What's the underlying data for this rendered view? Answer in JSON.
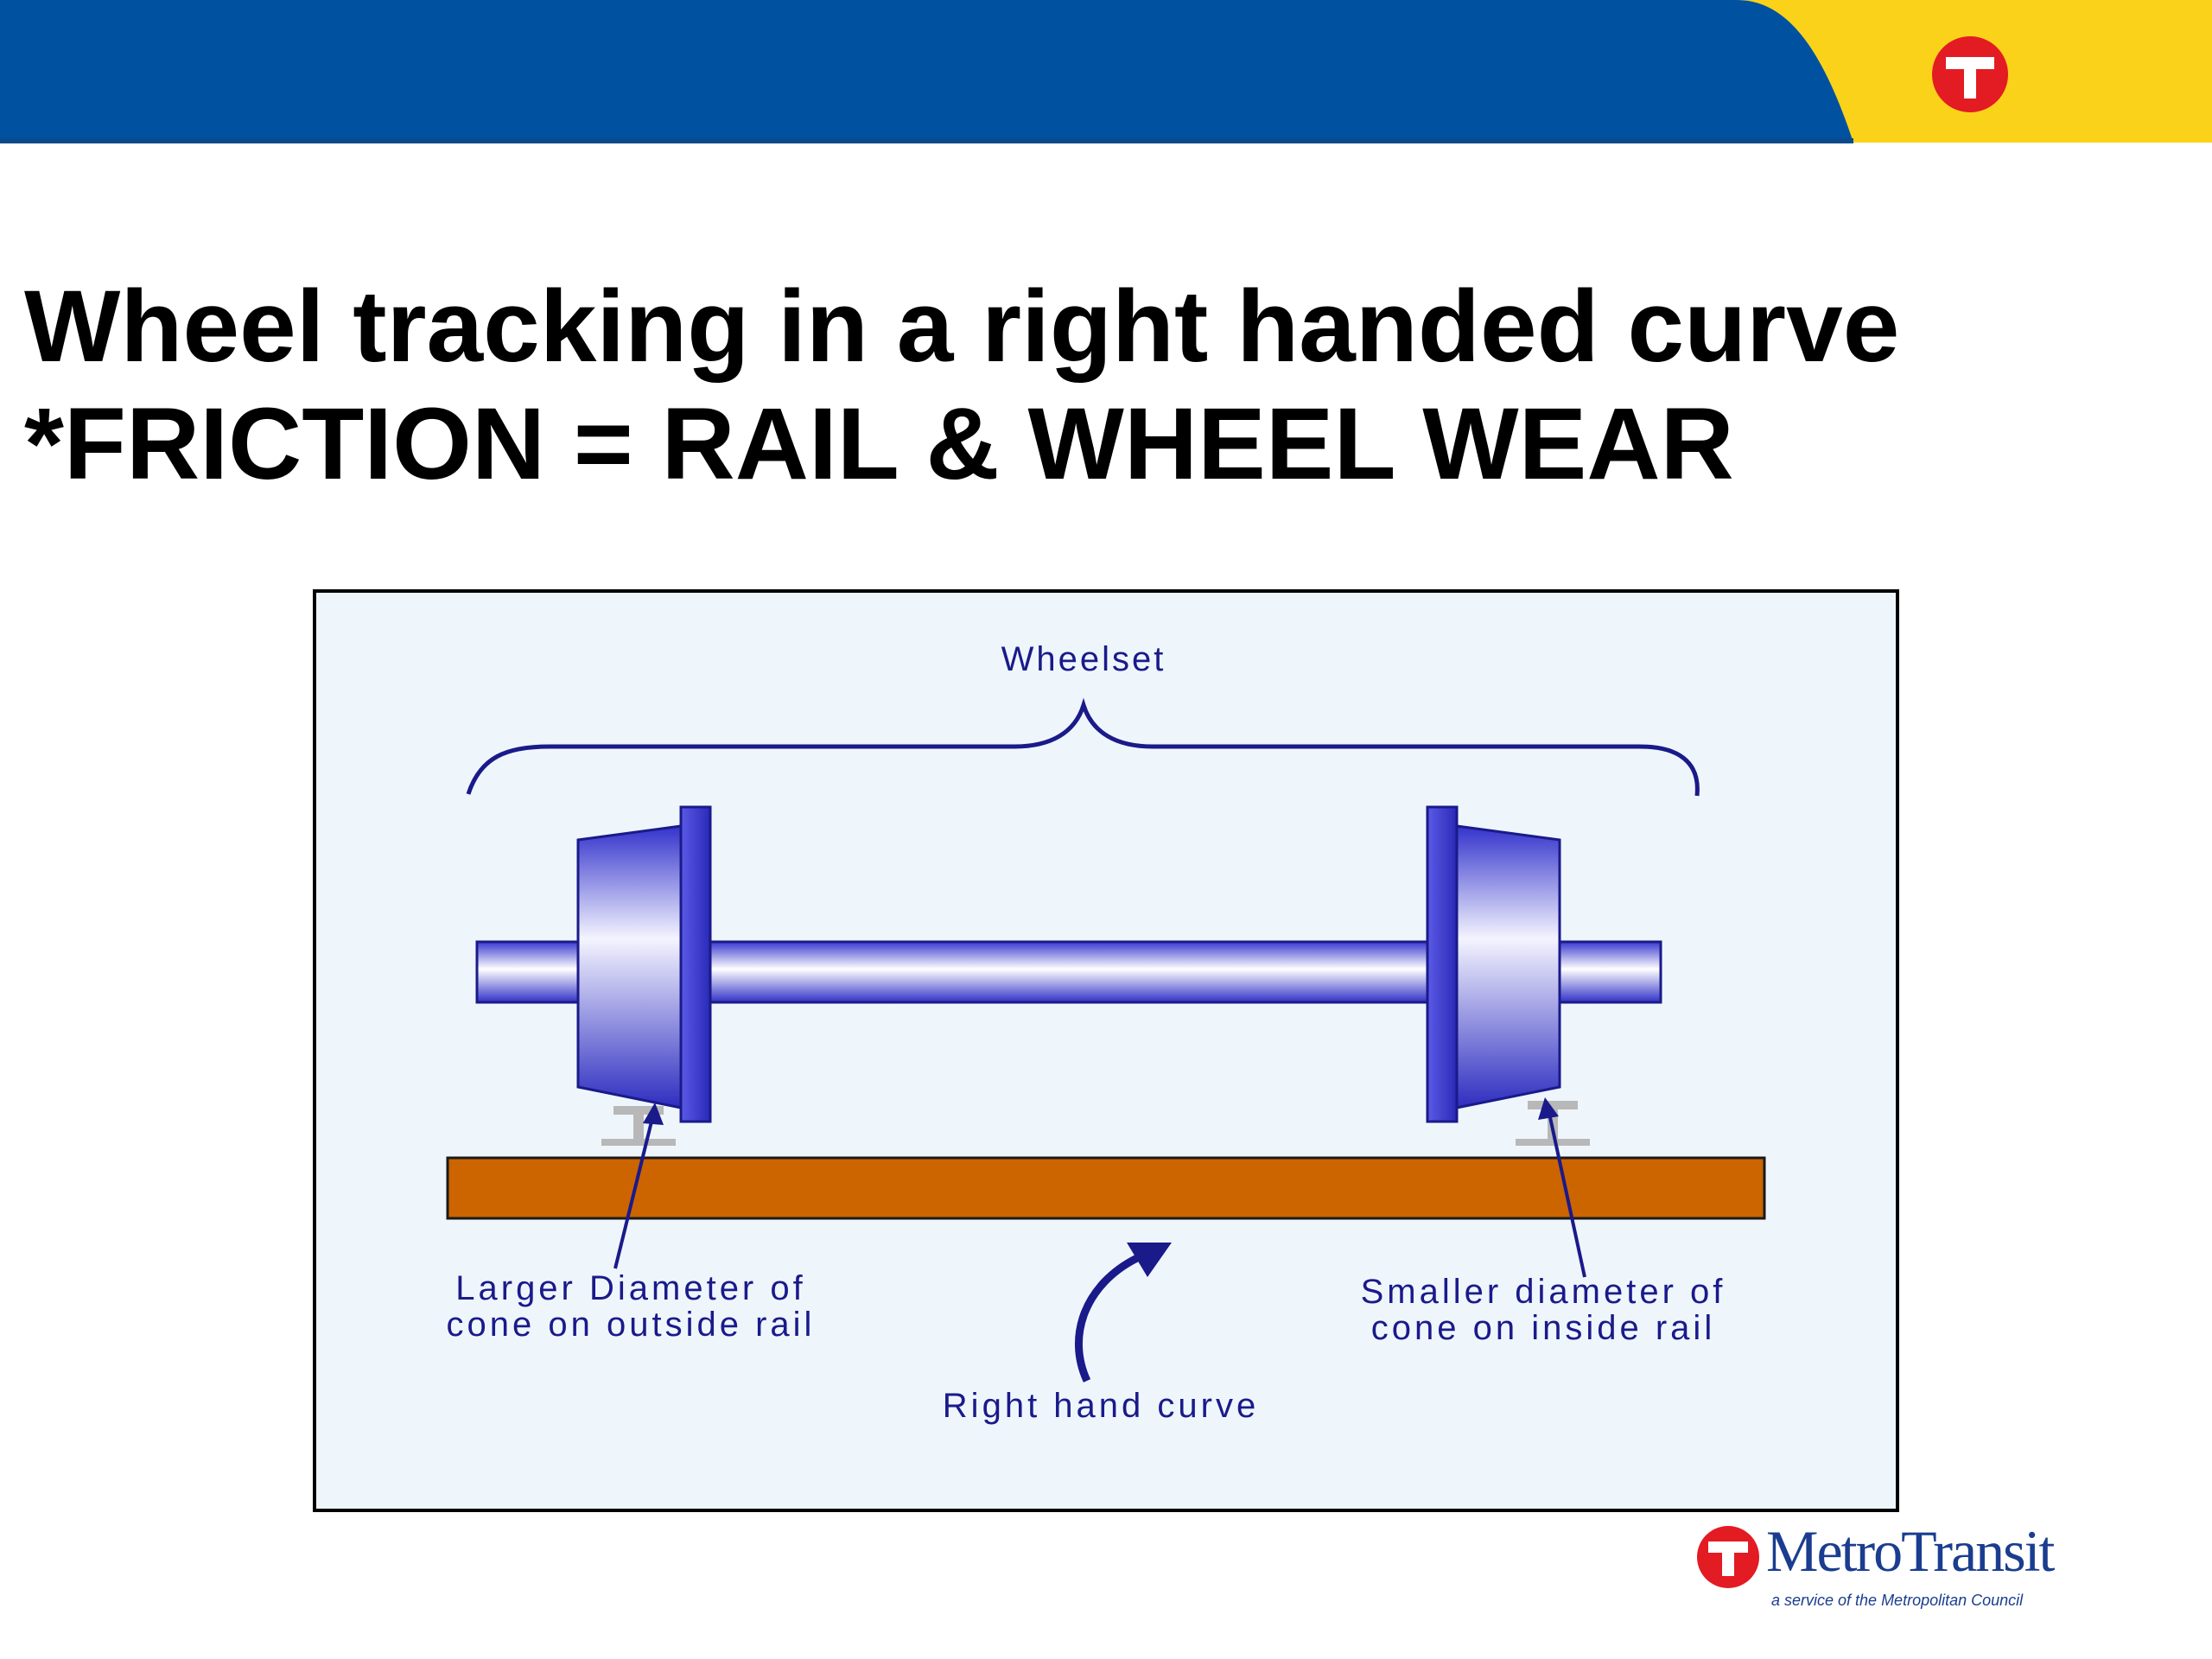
{
  "slide": {
    "title_line1": "Wheel tracking in a right handed curve",
    "title_line2": "*FRICTION = RAIL & WHEEL WEAR"
  },
  "diagram": {
    "wheelset_label": "Wheelset",
    "left_label_line1": "Larger Diameter of",
    "left_label_line2": "cone on outside rail",
    "right_label_line1": "Smaller diameter of",
    "right_label_line2": "cone on inside rail",
    "curve_label": "Right hand curve"
  },
  "branding": {
    "logo_name": "MetroTransit",
    "logo_tagline": "a service of the Metropolitan Council",
    "header_icon": "metro-transit-t-icon"
  },
  "colors": {
    "header_blue": "#0052a0",
    "header_yellow": "#fbd21a",
    "logo_red": "#e31b23",
    "diagram_bg": "#eef6fc",
    "rail_orange": "#cc6400",
    "diagram_ink": "#1a1a8a"
  }
}
